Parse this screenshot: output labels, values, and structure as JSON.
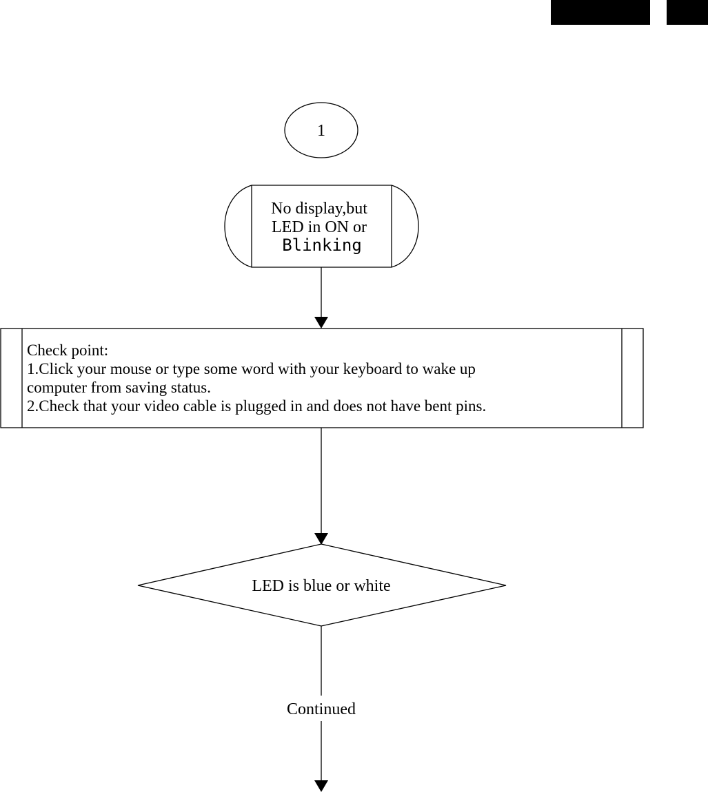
{
  "header": {
    "bar_color": "#000000"
  },
  "connector": {
    "label": "1"
  },
  "symptom": {
    "line1": "No display,but",
    "line2": "LED in ON or",
    "line3": "Blinking"
  },
  "checkpoint": {
    "title": "Check point:",
    "line1": "1.Click your mouse or type some word with your keyboard to wake up",
    "line2": "computer from saving status.",
    "line3": "2.Check that your video cable is plugged in and does not have bent pins."
  },
  "decision": {
    "label": "LED is blue or white"
  },
  "continuation": {
    "label": "Continued"
  }
}
